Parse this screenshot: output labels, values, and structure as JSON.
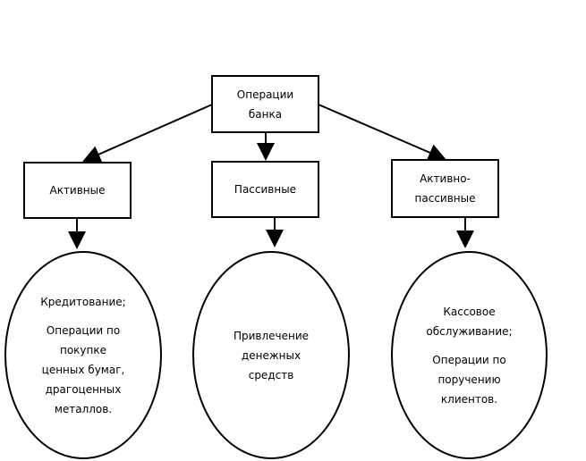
{
  "root": {
    "line1": "Операции",
    "line2": "банка"
  },
  "categories": [
    {
      "line1": "Активные",
      "line2": ""
    },
    {
      "line1": "Пассивные",
      "line2": ""
    },
    {
      "line1": "Активно-",
      "line2": "пассивные"
    }
  ],
  "details": [
    {
      "lines_a": [
        "Кредитование;"
      ],
      "lines_b": [
        "Операции по",
        "покупке",
        "ценных бумаг,",
        "драгоценных",
        "металлов."
      ]
    },
    {
      "lines_a": [
        "Привлечение",
        "денежных",
        "средств"
      ],
      "lines_b": []
    },
    {
      "lines_a": [
        "Кассовое",
        "обслуживание;"
      ],
      "lines_b": [
        "Операции по",
        "поручению",
        "клиентов."
      ]
    }
  ]
}
